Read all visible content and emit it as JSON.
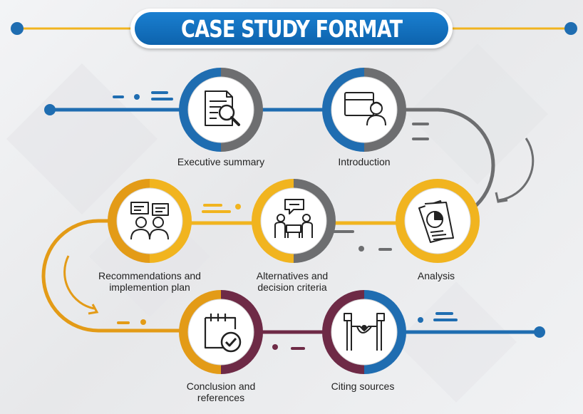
{
  "title": "CASE STUDY FORMAT",
  "steps": [
    {
      "label": "Executive summary",
      "icon": "document-magnifier-icon",
      "color_left": "#1f6db1",
      "color_right": "#6d6e70"
    },
    {
      "label": "Introduction",
      "icon": "presenter-board-icon",
      "color_left": "#1f6db1",
      "color_right": "#6d6e70"
    },
    {
      "label": "Analysis",
      "icon": "pie-chart-report-icon",
      "color_left": "#f1b41f",
      "color_right": "#f1b41f"
    },
    {
      "label": "Alternatives and\ndecision criteria",
      "icon": "meeting-discussion-icon",
      "color_left": "#f1b41f",
      "color_right": "#6d6e70"
    },
    {
      "label": "Recommendations and\nimplemention plan",
      "icon": "people-chat-icon",
      "color_left": "#e39b17",
      "color_right": "#f1b41f"
    },
    {
      "label": "Conclusion and\nreferences",
      "icon": "calendar-check-icon",
      "color_left": "#e39b17",
      "color_right": "#6e2a46"
    },
    {
      "label": "Citing sources",
      "icon": "handshake-icon",
      "color_left": "#6e2a46",
      "color_right": "#1f6db1"
    }
  ],
  "colors": {
    "blue": "#1f6db1",
    "gray": "#6d6e70",
    "yellow": "#f1b41f",
    "orange": "#e39b17",
    "maroon": "#6e2a46",
    "title_blue": "#0f6cbf"
  }
}
